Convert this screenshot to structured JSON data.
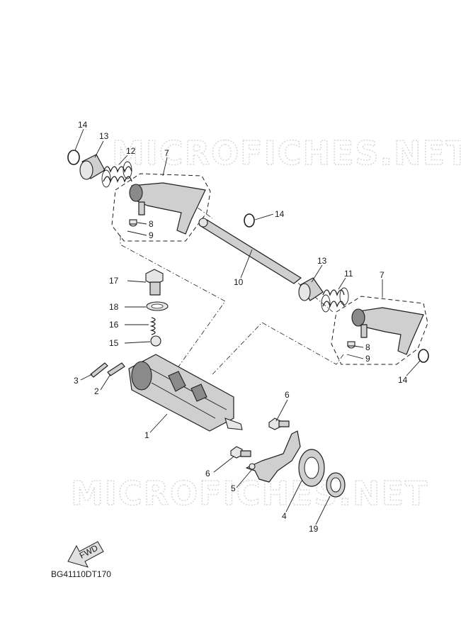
{
  "diagram": {
    "watermark_top": "MICROFICHES.NET",
    "watermark_bottom": "MICROFICHES.NET",
    "diagram_code": "BG41110DT170",
    "fwd_label": "FWD",
    "callouts": [
      {
        "id": "c14a",
        "text": "14"
      },
      {
        "id": "c13a",
        "text": "13"
      },
      {
        "id": "c12",
        "text": "12"
      },
      {
        "id": "c7a",
        "text": "7"
      },
      {
        "id": "c8a",
        "text": "8"
      },
      {
        "id": "c9a",
        "text": "9"
      },
      {
        "id": "c14b",
        "text": "14"
      },
      {
        "id": "c13b",
        "text": "13"
      },
      {
        "id": "c11",
        "text": "11"
      },
      {
        "id": "c10",
        "text": "10"
      },
      {
        "id": "c7b",
        "text": "7"
      },
      {
        "id": "c8b",
        "text": "8"
      },
      {
        "id": "c9b",
        "text": "9"
      },
      {
        "id": "c14c",
        "text": "14"
      },
      {
        "id": "c17",
        "text": "17"
      },
      {
        "id": "c18",
        "text": "18"
      },
      {
        "id": "c16",
        "text": "16"
      },
      {
        "id": "c15",
        "text": "15"
      },
      {
        "id": "c3",
        "text": "3"
      },
      {
        "id": "c2",
        "text": "2"
      },
      {
        "id": "c1",
        "text": "1"
      },
      {
        "id": "c6a",
        "text": "6"
      },
      {
        "id": "c6b",
        "text": "6"
      },
      {
        "id": "c5",
        "text": "5"
      },
      {
        "id": "c4",
        "text": "4"
      },
      {
        "id": "c19",
        "text": "19"
      }
    ]
  }
}
